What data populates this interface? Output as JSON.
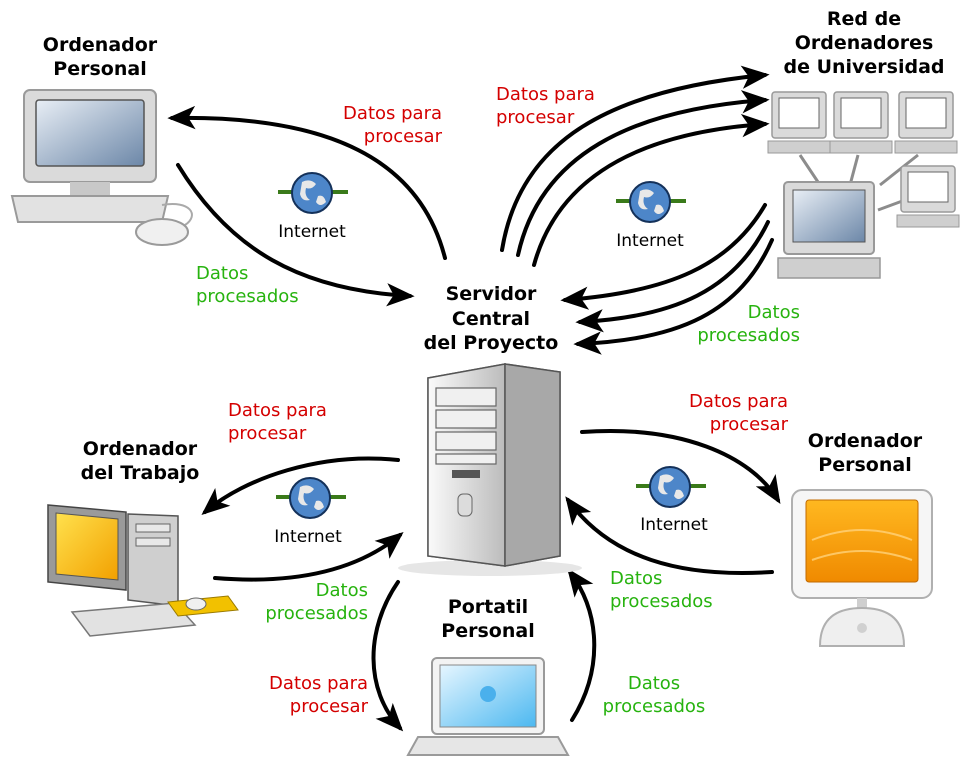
{
  "nodes": {
    "server": "Servidor\nCentral\ndel Proyecto",
    "pc_top_left": "Ordenador\nPersonal",
    "university": "Red de\nOrdenadores\nde Universidad",
    "work": "Ordenador\ndel Trabajo",
    "imac": "Ordenador\nPersonal",
    "laptop": "Portatil\nPersonal"
  },
  "labels": {
    "to_process": "Datos para\nprocesar",
    "processed": "Datos\nprocesados",
    "internet": "Internet"
  },
  "colors": {
    "to_process": "#d40000",
    "processed": "#27b30f"
  },
  "icons": [
    "desktop-pc-icon",
    "university-network-icon",
    "server-tower-icon",
    "work-computer-icon",
    "imac-icon",
    "laptop-icon",
    "globe-network-icon"
  ]
}
